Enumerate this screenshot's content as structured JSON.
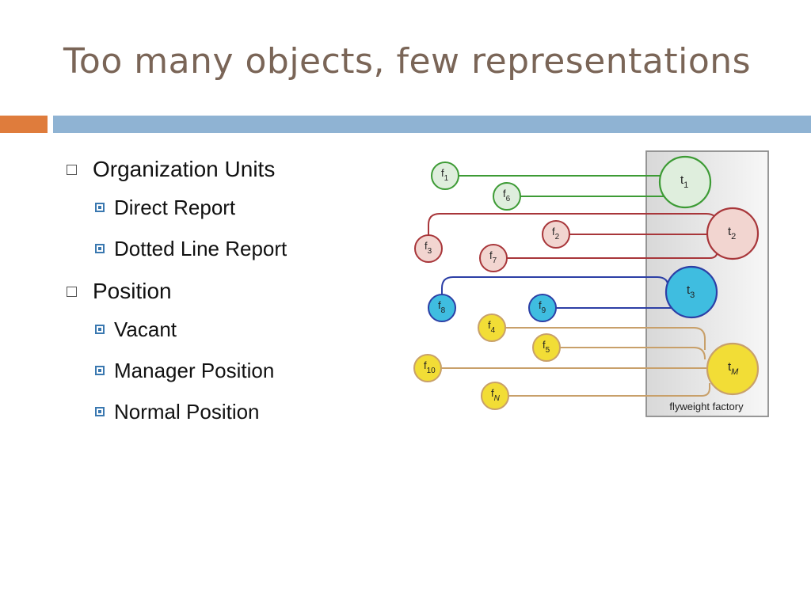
{
  "slide": {
    "title": "Too many objects, few representations"
  },
  "theme": {
    "accent_orange": "#df7c3c",
    "accent_blue": "#8fb3d3",
    "bullet_square": "#3a78b0"
  },
  "bullets": [
    {
      "text": "Organization Units",
      "children": [
        "Direct Report",
        "Dotted Line Report"
      ]
    },
    {
      "text": "Position",
      "children": [
        "Vacant",
        "Manager Position",
        "Normal Position"
      ]
    }
  ],
  "diagram": {
    "factory_label": "flyweight factory",
    "colors": {
      "green": {
        "stroke": "#3d9b35",
        "fill": "#dfeedd"
      },
      "red": {
        "stroke": "#a8363a",
        "fill": "#f2d5d0"
      },
      "blue": {
        "stroke": "#2c3fa6",
        "fill": "#3fbde0"
      },
      "gold": {
        "stroke": "#c8a06a",
        "fill": "#f2dd36"
      }
    },
    "targets": [
      {
        "id": "t1",
        "base": "t",
        "sub": "1",
        "color": "green"
      },
      {
        "id": "t2",
        "base": "t",
        "sub": "2",
        "color": "red"
      },
      {
        "id": "t3",
        "base": "t",
        "sub": "3",
        "color": "blue"
      },
      {
        "id": "tM",
        "base": "t",
        "sub": "M",
        "color": "gold"
      }
    ],
    "flyweights": [
      {
        "id": "f1",
        "base": "f",
        "sub": "1",
        "color": "green",
        "target": "t1"
      },
      {
        "id": "f6",
        "base": "f",
        "sub": "6",
        "color": "green",
        "target": "t1"
      },
      {
        "id": "f3",
        "base": "f",
        "sub": "3",
        "color": "red",
        "target": "t2"
      },
      {
        "id": "f2",
        "base": "f",
        "sub": "2",
        "color": "red",
        "target": "t2"
      },
      {
        "id": "f7",
        "base": "f",
        "sub": "7",
        "color": "red",
        "target": "t2"
      },
      {
        "id": "f8",
        "base": "f",
        "sub": "8",
        "color": "blue",
        "target": "t3"
      },
      {
        "id": "f9",
        "base": "f",
        "sub": "9",
        "color": "blue",
        "target": "t3"
      },
      {
        "id": "f4",
        "base": "f",
        "sub": "4",
        "color": "gold",
        "target": "tM"
      },
      {
        "id": "f5",
        "base": "f",
        "sub": "5",
        "color": "gold",
        "target": "tM"
      },
      {
        "id": "f10",
        "base": "f",
        "sub": "10",
        "color": "gold",
        "target": "tM"
      },
      {
        "id": "fN",
        "base": "f",
        "sub": "N",
        "color": "gold",
        "target": "tM"
      }
    ]
  }
}
